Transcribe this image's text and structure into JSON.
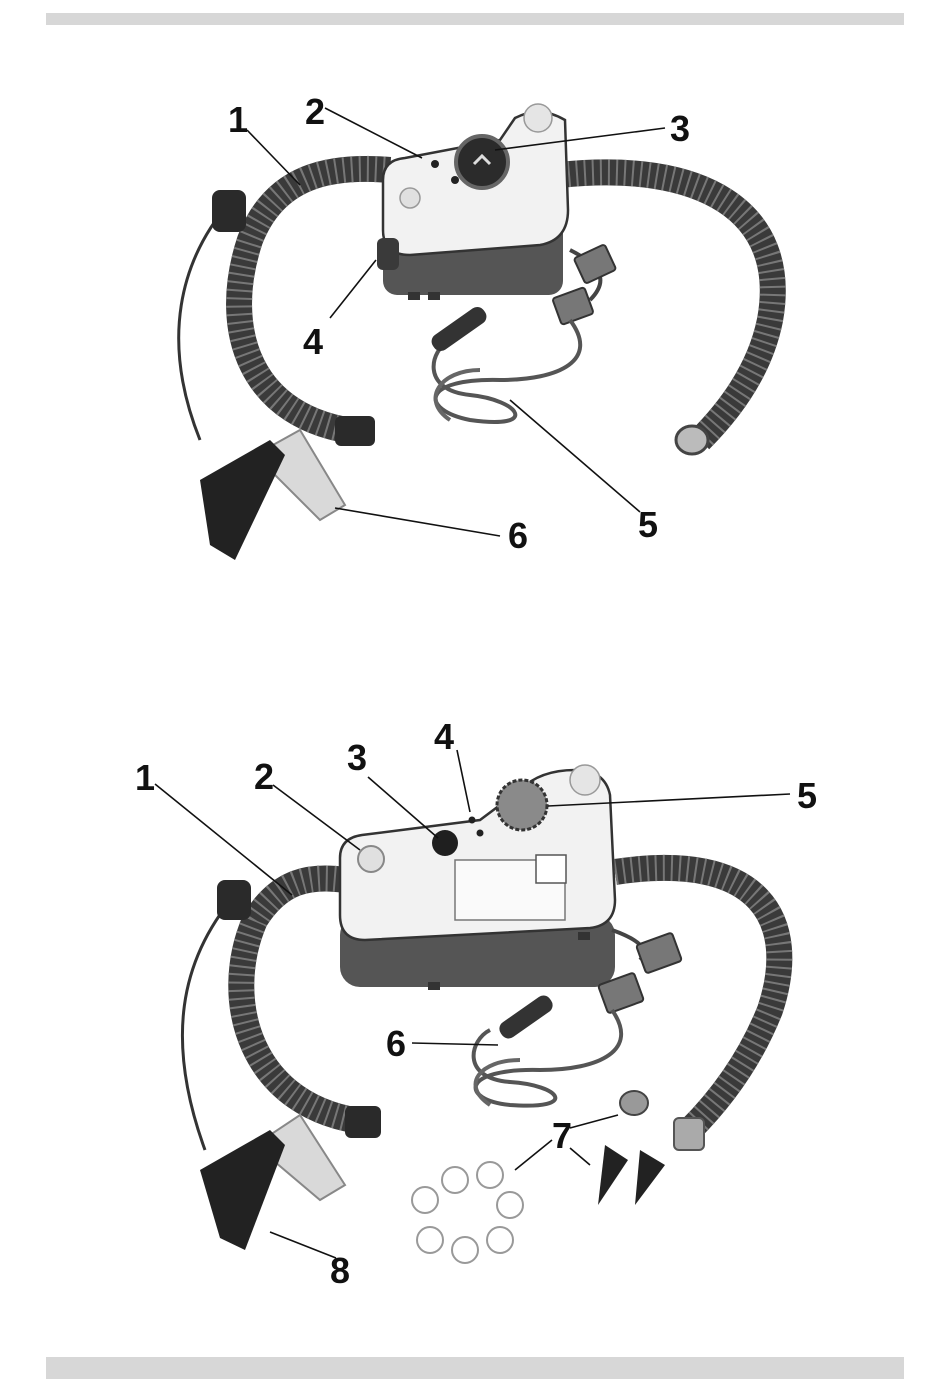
{
  "figure_top": {
    "callouts": [
      "1",
      "2",
      "3",
      "4",
      "5",
      "6"
    ]
  },
  "figure_bottom": {
    "callouts": [
      "1",
      "2",
      "3",
      "4",
      "5",
      "6",
      "7",
      "8"
    ]
  },
  "colors": {
    "band": "#d7d7d7",
    "hose": "#3a3a3a",
    "pump_body": "#f2f2f2",
    "pump_base": "#555555",
    "connector": "#777777",
    "clamp_dark": "#222222",
    "clamp_light": "#d9d9d9"
  }
}
